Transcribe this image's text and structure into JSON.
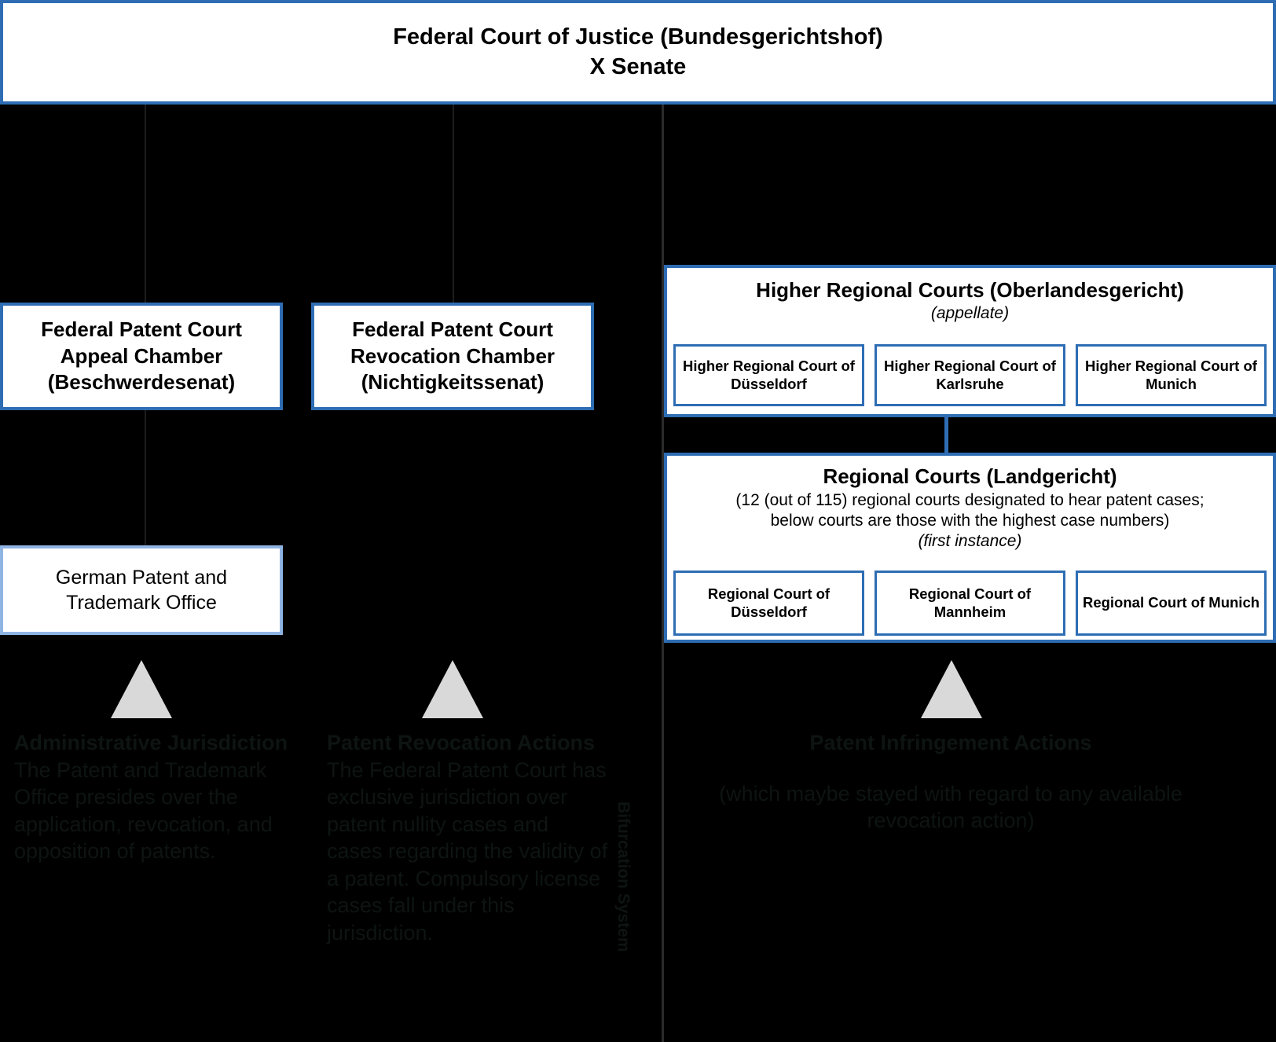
{
  "colors": {
    "background": "#000000",
    "box_fill": "#FFFFFF",
    "border_strong": "#2E6DB4",
    "border_light": "#8FB4E3",
    "triangle": "#D9D9D9",
    "caption_text": "#0d1411"
  },
  "supreme_court": {
    "line1": "Federal Court of Justice (Bundesgerichtshof)",
    "line2": "X Senate"
  },
  "left_branch": {
    "appeal_chamber": {
      "line1": "Federal Patent Court",
      "line2": "Appeal Chamber",
      "line3": "(Beschwerdesenat)"
    },
    "revocation_chamber": {
      "line1": "Federal Patent Court",
      "line2": "Revocation Chamber",
      "line3": "(Nichtigkeitssenat)"
    },
    "patent_office": {
      "line1": "German Patent and",
      "line2": "Trademark Office"
    }
  },
  "right_branch": {
    "higher_regional": {
      "title": "Higher Regional Courts (Oberlandesgericht)",
      "subtitle": "(appellate)",
      "courts": [
        "Higher Regional Court of Düsseldorf",
        "Higher Regional Court of Karlsruhe",
        "Higher Regional Court of Munich"
      ]
    },
    "regional": {
      "title": "Regional Courts (Landgericht)",
      "note_line1": "(12 (out of 115) regional courts designated to hear patent cases;",
      "note_line2": "below courts are those with the highest case numbers)",
      "subtitle": "(first instance)",
      "courts": [
        "Regional Court of Düsseldorf",
        "Regional Court of Mannheim",
        "Regional Court of Munich"
      ]
    }
  },
  "captions": {
    "administrative": {
      "title": "Administrative Jurisdiction",
      "body": "The Patent and Trademark Office presides over the application, revocation, and opposition of patents."
    },
    "revocation": {
      "title": "Patent Revocation Actions",
      "body": "The Federal Patent Court has exclusive jurisdiction over patent nullity cases and cases regarding the validity of a patent. Compulsory license cases fall under this jurisdiction."
    },
    "infringement": {
      "title": "Patent Infringement Actions",
      "body": "(which maybe stayed with regard to any available revocation action)"
    }
  },
  "bifurcation_label": "Bifurcation System"
}
